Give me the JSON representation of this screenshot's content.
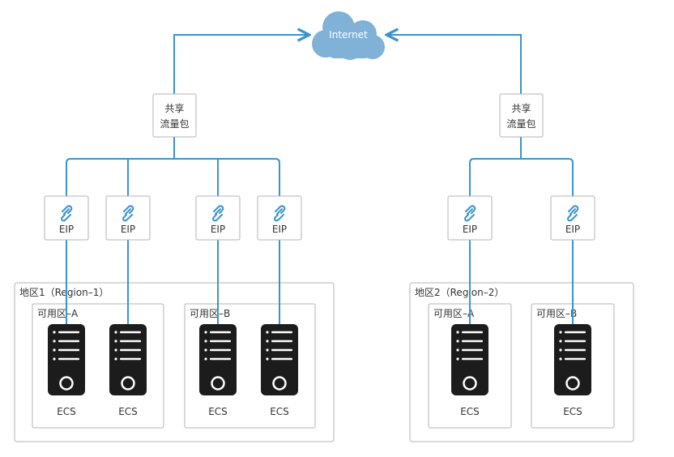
{
  "internet": {
    "label": "Internet"
  },
  "share_pkg": {
    "line1": "共享",
    "line2": "流量包"
  },
  "eip_label": "EIP",
  "ecs_label": "ECS",
  "regions": [
    {
      "label": "地区1（Region–1）",
      "zones": [
        "可用区–A",
        "可用区–B"
      ]
    },
    {
      "label": "地区2（Region–2）",
      "zones": [
        "可用区–A",
        "可用区–B"
      ]
    }
  ],
  "colors": {
    "link": "#3a93cf",
    "cloud": "#7fb2d6",
    "box_border": "#b3b3b3",
    "server": "#1c1c1c",
    "server_line": "#ffffff",
    "icon": "#3a93cf"
  }
}
